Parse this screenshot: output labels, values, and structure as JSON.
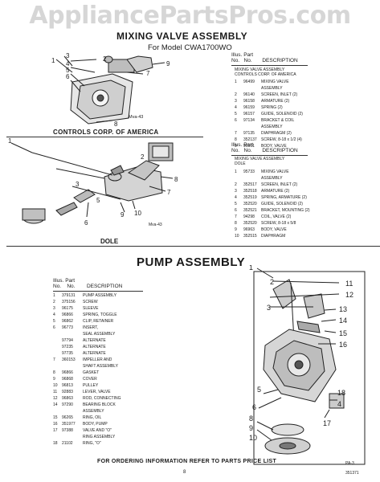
{
  "watermark": "AppliancePartsPros.com",
  "mixing": {
    "title": "MIXING VALVE ASSEMBLY",
    "subtitle": "For Model CWA1700WO",
    "controls_caption": "CONTROLS CORP. OF AMERICA",
    "controls_code": "Mva-43",
    "dole_caption": "DOLE",
    "dole_code": "Mva-43",
    "table_header": {
      "illus": "Illus.",
      "part": "Part",
      "no": "No.",
      "no2": "No.",
      "desc": "DESCRIPTION"
    },
    "controls_table": {
      "heading1": "MIXING VALVE ASSEMBLY",
      "heading2": "CONTROLS CORP. OF AMERICA",
      "rows": [
        {
          "n": "1",
          "p": "96499",
          "d": "MIXING VALVE"
        },
        {
          "n": "",
          "p": "",
          "d": "ASSEMBLY"
        },
        {
          "n": "2",
          "p": "96140",
          "d": "SCREEN, INLET (2)"
        },
        {
          "n": "3",
          "p": "96158",
          "d": "ARMATURE (2)"
        },
        {
          "n": "4",
          "p": "96159",
          "d": "SPRING (2)"
        },
        {
          "n": "5",
          "p": "96157",
          "d": "GUIDE, SOLENOID (2)"
        },
        {
          "n": "6",
          "p": "97134",
          "d": "BRACKET & COIL"
        },
        {
          "n": "",
          "p": "",
          "d": "ASSEMBLY"
        },
        {
          "n": "7",
          "p": "97135",
          "d": "DIAPHRAGM (2)"
        },
        {
          "n": "8",
          "p": "352137",
          "d": "SCREW, 8-18 x 1/2 (4)"
        },
        {
          "n": "9",
          "p": "96161",
          "d": "BODY, VALVE"
        }
      ]
    },
    "dole_table": {
      "heading1": "MIXING VALVE ASSEMBLY",
      "heading2": "DOLE",
      "rows": [
        {
          "n": "1",
          "p": "95733",
          "d": "MIXING VALVE"
        },
        {
          "n": "",
          "p": "",
          "d": "ASSEMBLY"
        },
        {
          "n": "2",
          "p": "352517",
          "d": "SCREEN, INLET (2)"
        },
        {
          "n": "3",
          "p": "352518",
          "d": "ARMATURE (2)"
        },
        {
          "n": "4",
          "p": "352519",
          "d": "SPRING, ARMATURE (2)"
        },
        {
          "n": "5",
          "p": "352520",
          "d": "GUIDE, SOLENOID (2)"
        },
        {
          "n": "6",
          "p": "352521",
          "d": "BRACKET, MOUNTING (2)"
        },
        {
          "n": "7",
          "p": "94298",
          "d": "COIL, VALVE (2)"
        },
        {
          "n": "8",
          "p": "352520",
          "d": "SCREW, 8-18 x 5/8"
        },
        {
          "n": "9",
          "p": "96963",
          "d": "BODY, VALVE"
        },
        {
          "n": "10",
          "p": "352515",
          "d": "DIAPHRAGM"
        }
      ]
    }
  },
  "pump": {
    "title": "PUMP ASSEMBLY",
    "code": "PA-3",
    "table_header": {
      "illus": "Illus.",
      "part": "Part",
      "no": "No.",
      "no2": "No.",
      "desc": "DESCRIPTION"
    },
    "rows": [
      {
        "n": "1",
        "p": "379131",
        "d": "PUMP ASSEMBLY"
      },
      {
        "n": "2",
        "p": "375156",
        "d": "SCREW"
      },
      {
        "n": "3",
        "p": "96175",
        "d": "SLEEVE"
      },
      {
        "n": "4",
        "p": "96866",
        "d": "SPRING, TOGGLE"
      },
      {
        "n": "5",
        "p": "96862",
        "d": "CLIP, RETAINER"
      },
      {
        "n": "6",
        "p": "96773",
        "d": "INSERT,"
      },
      {
        "n": "",
        "p": "",
        "d": "SEAL ASSEMBLY"
      },
      {
        "n": "",
        "p": "97794",
        "d": "ALTERNATE"
      },
      {
        "n": "",
        "p": "97235",
        "d": "ALTERNATE"
      },
      {
        "n": "",
        "p": "97735",
        "d": "ALTERNATE"
      },
      {
        "n": "7",
        "p": "360153",
        "d": "IMPELLER AND"
      },
      {
        "n": "",
        "p": "",
        "d": "SHAFT ASSEMBLY"
      },
      {
        "n": "8",
        "p": "96866",
        "d": "GASKET"
      },
      {
        "n": "9",
        "p": "96868",
        "d": "COVER"
      },
      {
        "n": "10",
        "p": "96813",
        "d": "PULLEY"
      },
      {
        "n": "11",
        "p": "92883",
        "d": "LEVER, VALVE"
      },
      {
        "n": "12",
        "p": "96863",
        "d": "ROD, CONNECTING"
      },
      {
        "n": "14",
        "p": "97290",
        "d": "BEARING BLOCK"
      },
      {
        "n": "",
        "p": "",
        "d": "ASSEMBLY"
      },
      {
        "n": "15",
        "p": "96265",
        "d": "RING, OIL"
      },
      {
        "n": "16",
        "p": "351977",
        "d": "BODY, PUMP"
      },
      {
        "n": "17",
        "p": "97388",
        "d": "VALVE AND \"O\""
      },
      {
        "n": "",
        "p": "",
        "d": "RING ASSEMBLY"
      },
      {
        "n": "18",
        "p": "21102",
        "d": "RING, \"O\""
      }
    ]
  },
  "footer": {
    "text": "FOR ORDERING INFORMATION REFER TO PARTS PRICE LIST",
    "page_mark": "8",
    "code": "351371"
  }
}
